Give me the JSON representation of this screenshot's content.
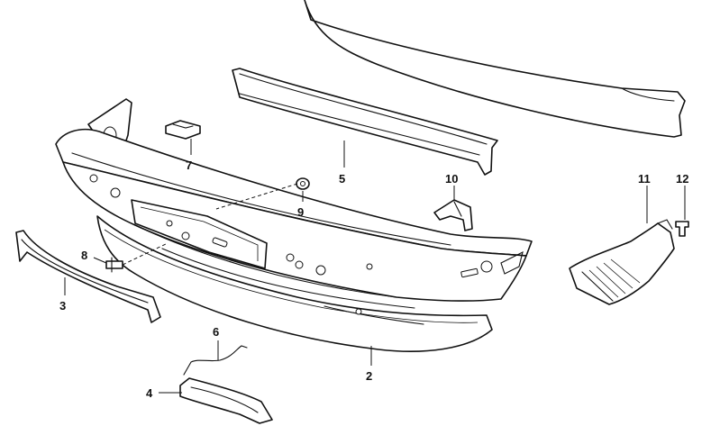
{
  "diagram": {
    "callouts": [
      {
        "id": "1",
        "text": "2"
      },
      {
        "id": "2",
        "text": "3"
      },
      {
        "id": "3",
        "text": "4"
      },
      {
        "id": "4",
        "text": "5"
      },
      {
        "id": "5",
        "text": "6"
      },
      {
        "id": "6",
        "text": "7"
      },
      {
        "id": "7",
        "text": "8"
      },
      {
        "id": "8",
        "text": "9"
      },
      {
        "id": "9",
        "text": "10"
      },
      {
        "id": "10",
        "text": "11"
      },
      {
        "id": "11",
        "text": "12"
      }
    ],
    "colors": {
      "line": "#111111",
      "background": "#ffffff"
    }
  }
}
